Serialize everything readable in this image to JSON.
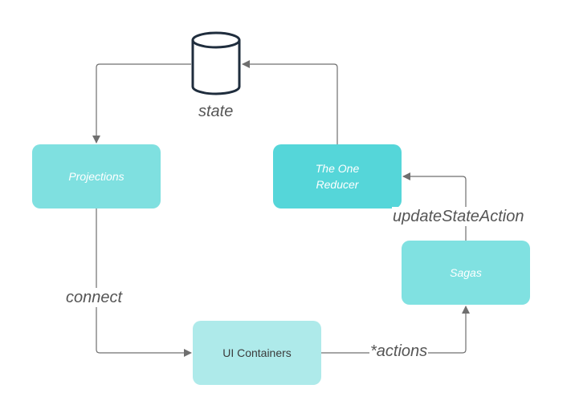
{
  "diagram": {
    "state_label": "state",
    "nodes": {
      "projections": "Projections",
      "reducer": "The One Reducer",
      "sagas": "Sagas",
      "ui_containers": "UI Containers"
    },
    "edges": {
      "connect": "connect",
      "actions": "*actions",
      "update_state_action": "updateStateAction"
    }
  },
  "colors": {
    "projections": "#7fe0e0",
    "reducer": "#55d6d9",
    "sagas": "#80e1e1",
    "ui_containers": "#aeeaea",
    "edge": "#6f6f6f",
    "database_stroke": "#1f2d3d"
  }
}
